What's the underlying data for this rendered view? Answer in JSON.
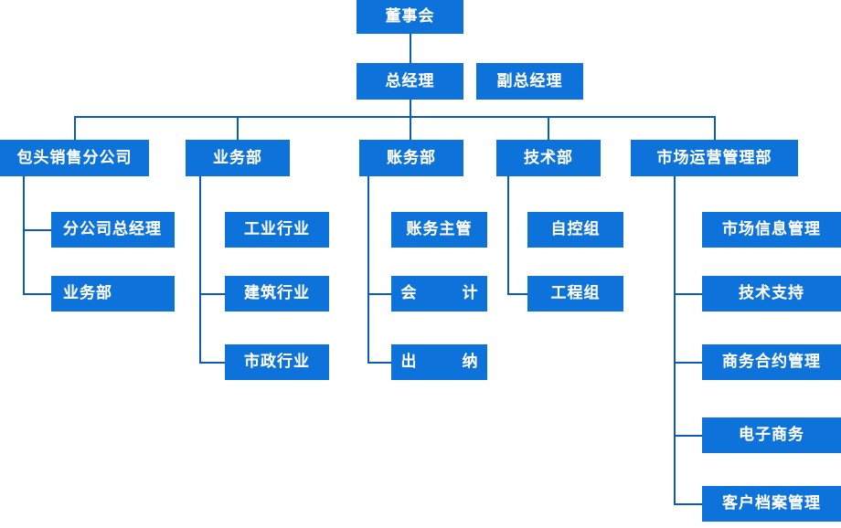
{
  "diagram": {
    "type": "organization-chart",
    "title_text": "",
    "colors": {
      "node_fill": "#0d72d9",
      "node_text": "#ffffff",
      "connector": "#0b5cb4",
      "background": "#ffffff"
    },
    "levels": {
      "level1": [
        {
          "id": "board",
          "label": "董事会"
        }
      ],
      "level2": [
        {
          "id": "gm",
          "label": "总经理"
        },
        {
          "id": "deputy-gm",
          "label": "副总经理"
        }
      ],
      "level3": [
        {
          "id": "baotou-branch",
          "label": "包头销售分公司"
        },
        {
          "id": "business-dept",
          "label": "业务部"
        },
        {
          "id": "finance-dept",
          "label": "账务部"
        },
        {
          "id": "tech-dept",
          "label": "技术部"
        },
        {
          "id": "market-ops-dept",
          "label": "市场运营管理部"
        }
      ]
    },
    "branches": [
      {
        "id": "baotou-branch",
        "children": [
          {
            "id": "branch-gm",
            "label": "分公司总经理"
          },
          {
            "id": "branch-business",
            "label": "业务部"
          }
        ]
      },
      {
        "id": "business-dept",
        "children": [
          {
            "id": "industrial",
            "label": "工业行业"
          },
          {
            "id": "construction",
            "label": "建筑行业"
          },
          {
            "id": "municipal",
            "label": "市政行业"
          }
        ]
      },
      {
        "id": "finance-dept",
        "children": [
          {
            "id": "finance-supervisor",
            "label": "账务主管"
          },
          {
            "id": "accountant",
            "label": "会 计"
          },
          {
            "id": "cashier",
            "label": "出 纳"
          }
        ]
      },
      {
        "id": "tech-dept",
        "children": [
          {
            "id": "automation-group",
            "label": "自控组"
          },
          {
            "id": "engineering-group",
            "label": "工程组"
          }
        ]
      },
      {
        "id": "market-ops-dept",
        "children": [
          {
            "id": "market-info",
            "label": "市场信息管理"
          },
          {
            "id": "tech-support",
            "label": "技术支持"
          },
          {
            "id": "contract-mgmt",
            "label": "商务合约管理"
          },
          {
            "id": "ecommerce",
            "label": "电子商务"
          },
          {
            "id": "customer-archive",
            "label": "客户档案管理"
          }
        ]
      }
    ]
  }
}
